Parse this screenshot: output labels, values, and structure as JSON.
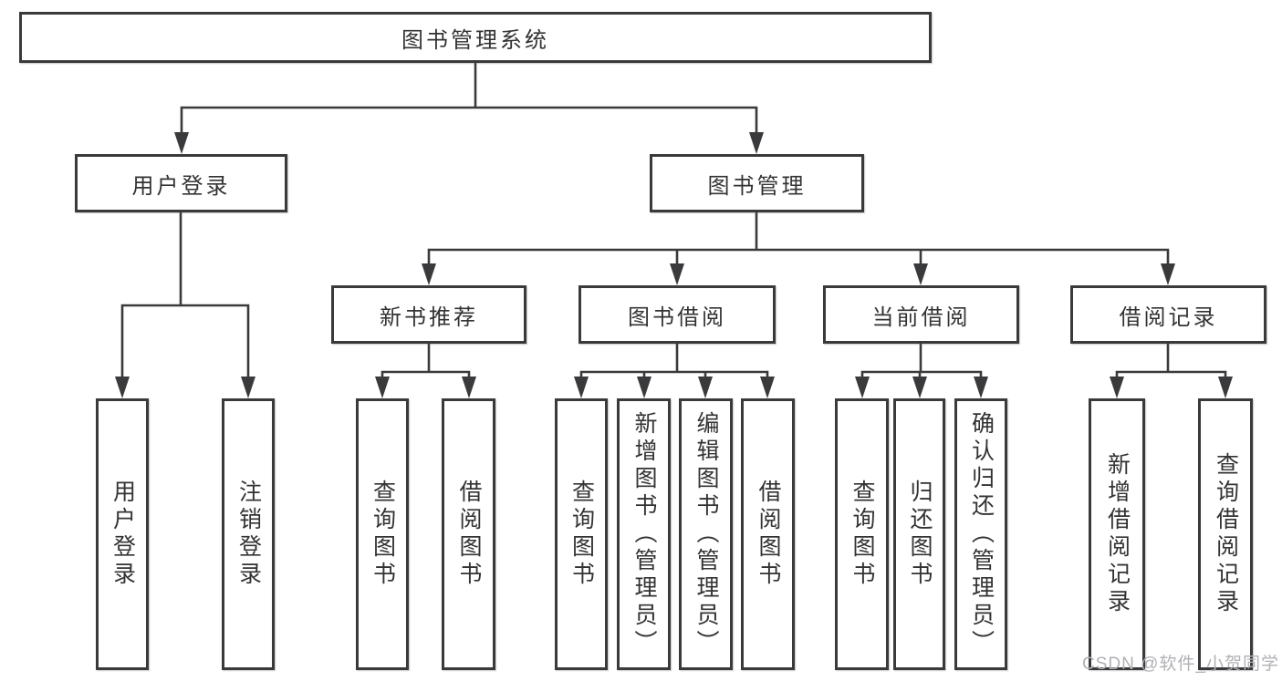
{
  "nodes": {
    "root": {
      "label": "图书管理系统"
    },
    "user_login": {
      "label": "用户登录"
    },
    "book_mgmt": {
      "label": "图书管理"
    },
    "new_book_rec": {
      "label": "新书推荐"
    },
    "book_borrow": {
      "label": "图书借阅"
    },
    "current_borrow": {
      "label": "当前借阅"
    },
    "borrow_record": {
      "label": "借阅记录"
    },
    "leaf_user_login": {
      "label": "用户登录"
    },
    "leaf_logout": {
      "label": "注销登录"
    },
    "leaf_query_book_a": {
      "label": "查询图书"
    },
    "leaf_borrow_book_a": {
      "label": "借阅图书"
    },
    "leaf_query_book_b": {
      "label": "查询图书"
    },
    "leaf_add_book": {
      "label": "新增图书（管理员）"
    },
    "leaf_edit_book": {
      "label": "编辑图书（管理员）"
    },
    "leaf_borrow_book_b": {
      "label": "借阅图书"
    },
    "leaf_query_book_c": {
      "label": "查询图书"
    },
    "leaf_return_book": {
      "label": "归还图书"
    },
    "leaf_confirm_return": {
      "label": "确认归还（管理员）"
    },
    "leaf_add_record": {
      "label": "新增借阅记录"
    },
    "leaf_query_record": {
      "label": "查询借阅记录"
    }
  },
  "hierarchy": {
    "图书管理系统": {
      "用户登录": [
        "用户登录",
        "注销登录"
      ],
      "图书管理": {
        "新书推荐": [
          "查询图书",
          "借阅图书"
        ],
        "图书借阅": [
          "查询图书",
          "新增图书（管理员）",
          "编辑图书（管理员）",
          "借阅图书"
        ],
        "当前借阅": [
          "查询图书",
          "归还图书",
          "确认归还（管理员）"
        ],
        "借阅记录": [
          "新增借阅记录",
          "查询借阅记录"
        ]
      }
    }
  },
  "watermark": {
    "text": "CSDN @软件_小贺同学"
  },
  "colors": {
    "line": "#3a3a3c",
    "text": "#333333",
    "background": "#ffffff",
    "watermark": "#b1b1b6"
  }
}
